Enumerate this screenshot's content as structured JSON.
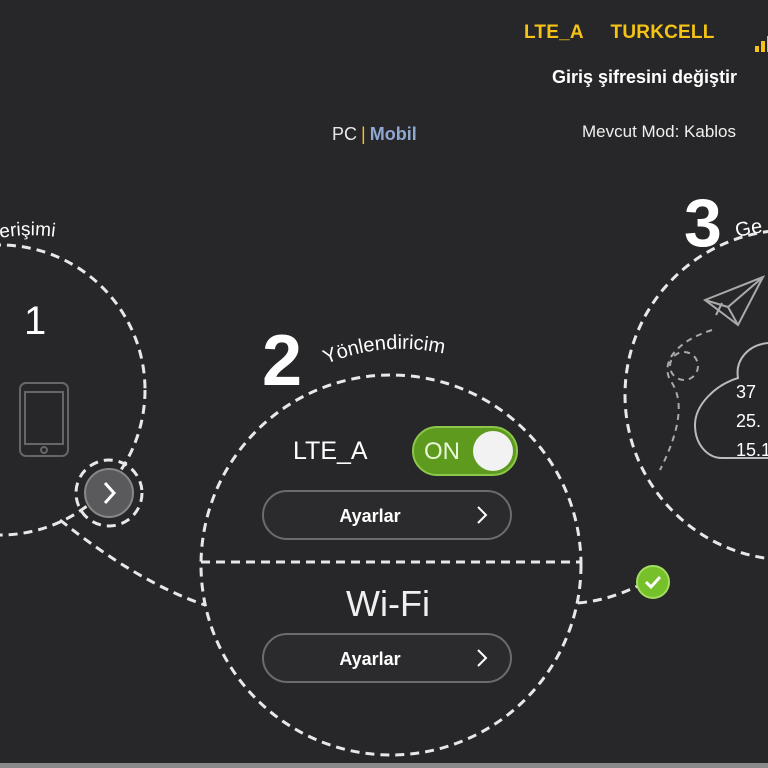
{
  "header": {
    "network_type": "LTE_A",
    "carrier": "TURKCELL",
    "signal_icon": "signal-bars-icon",
    "change_password_link": "Giriş şifresini değiştir",
    "view_switch": {
      "pc": "PC",
      "separator": "|",
      "mobile": "Mobil"
    },
    "current_mode": "Mevcut Mod: Kablos"
  },
  "steps": {
    "step1": {
      "number": "1",
      "title": "erişimi",
      "icon": "smartphone-icon"
    },
    "step2": {
      "number": "2",
      "title": "Yönlendiricim",
      "lte": {
        "label": "LTE_A",
        "toggle_state": "ON",
        "settings_label": "Ayarlar"
      },
      "wifi": {
        "label": "Wi-Fi",
        "settings_label": "Ayarlar"
      }
    },
    "step3": {
      "number": "3",
      "title": "Ge",
      "icon": "paper-plane-icon",
      "values": [
        "37",
        "25.",
        "15.1"
      ]
    }
  },
  "colors": {
    "background": "#272628",
    "accent_yellow": "#f4c315",
    "toggle_green": "#5e9a1d",
    "check_green": "#76c02a",
    "mobil_blue": "#8fa8d0"
  }
}
